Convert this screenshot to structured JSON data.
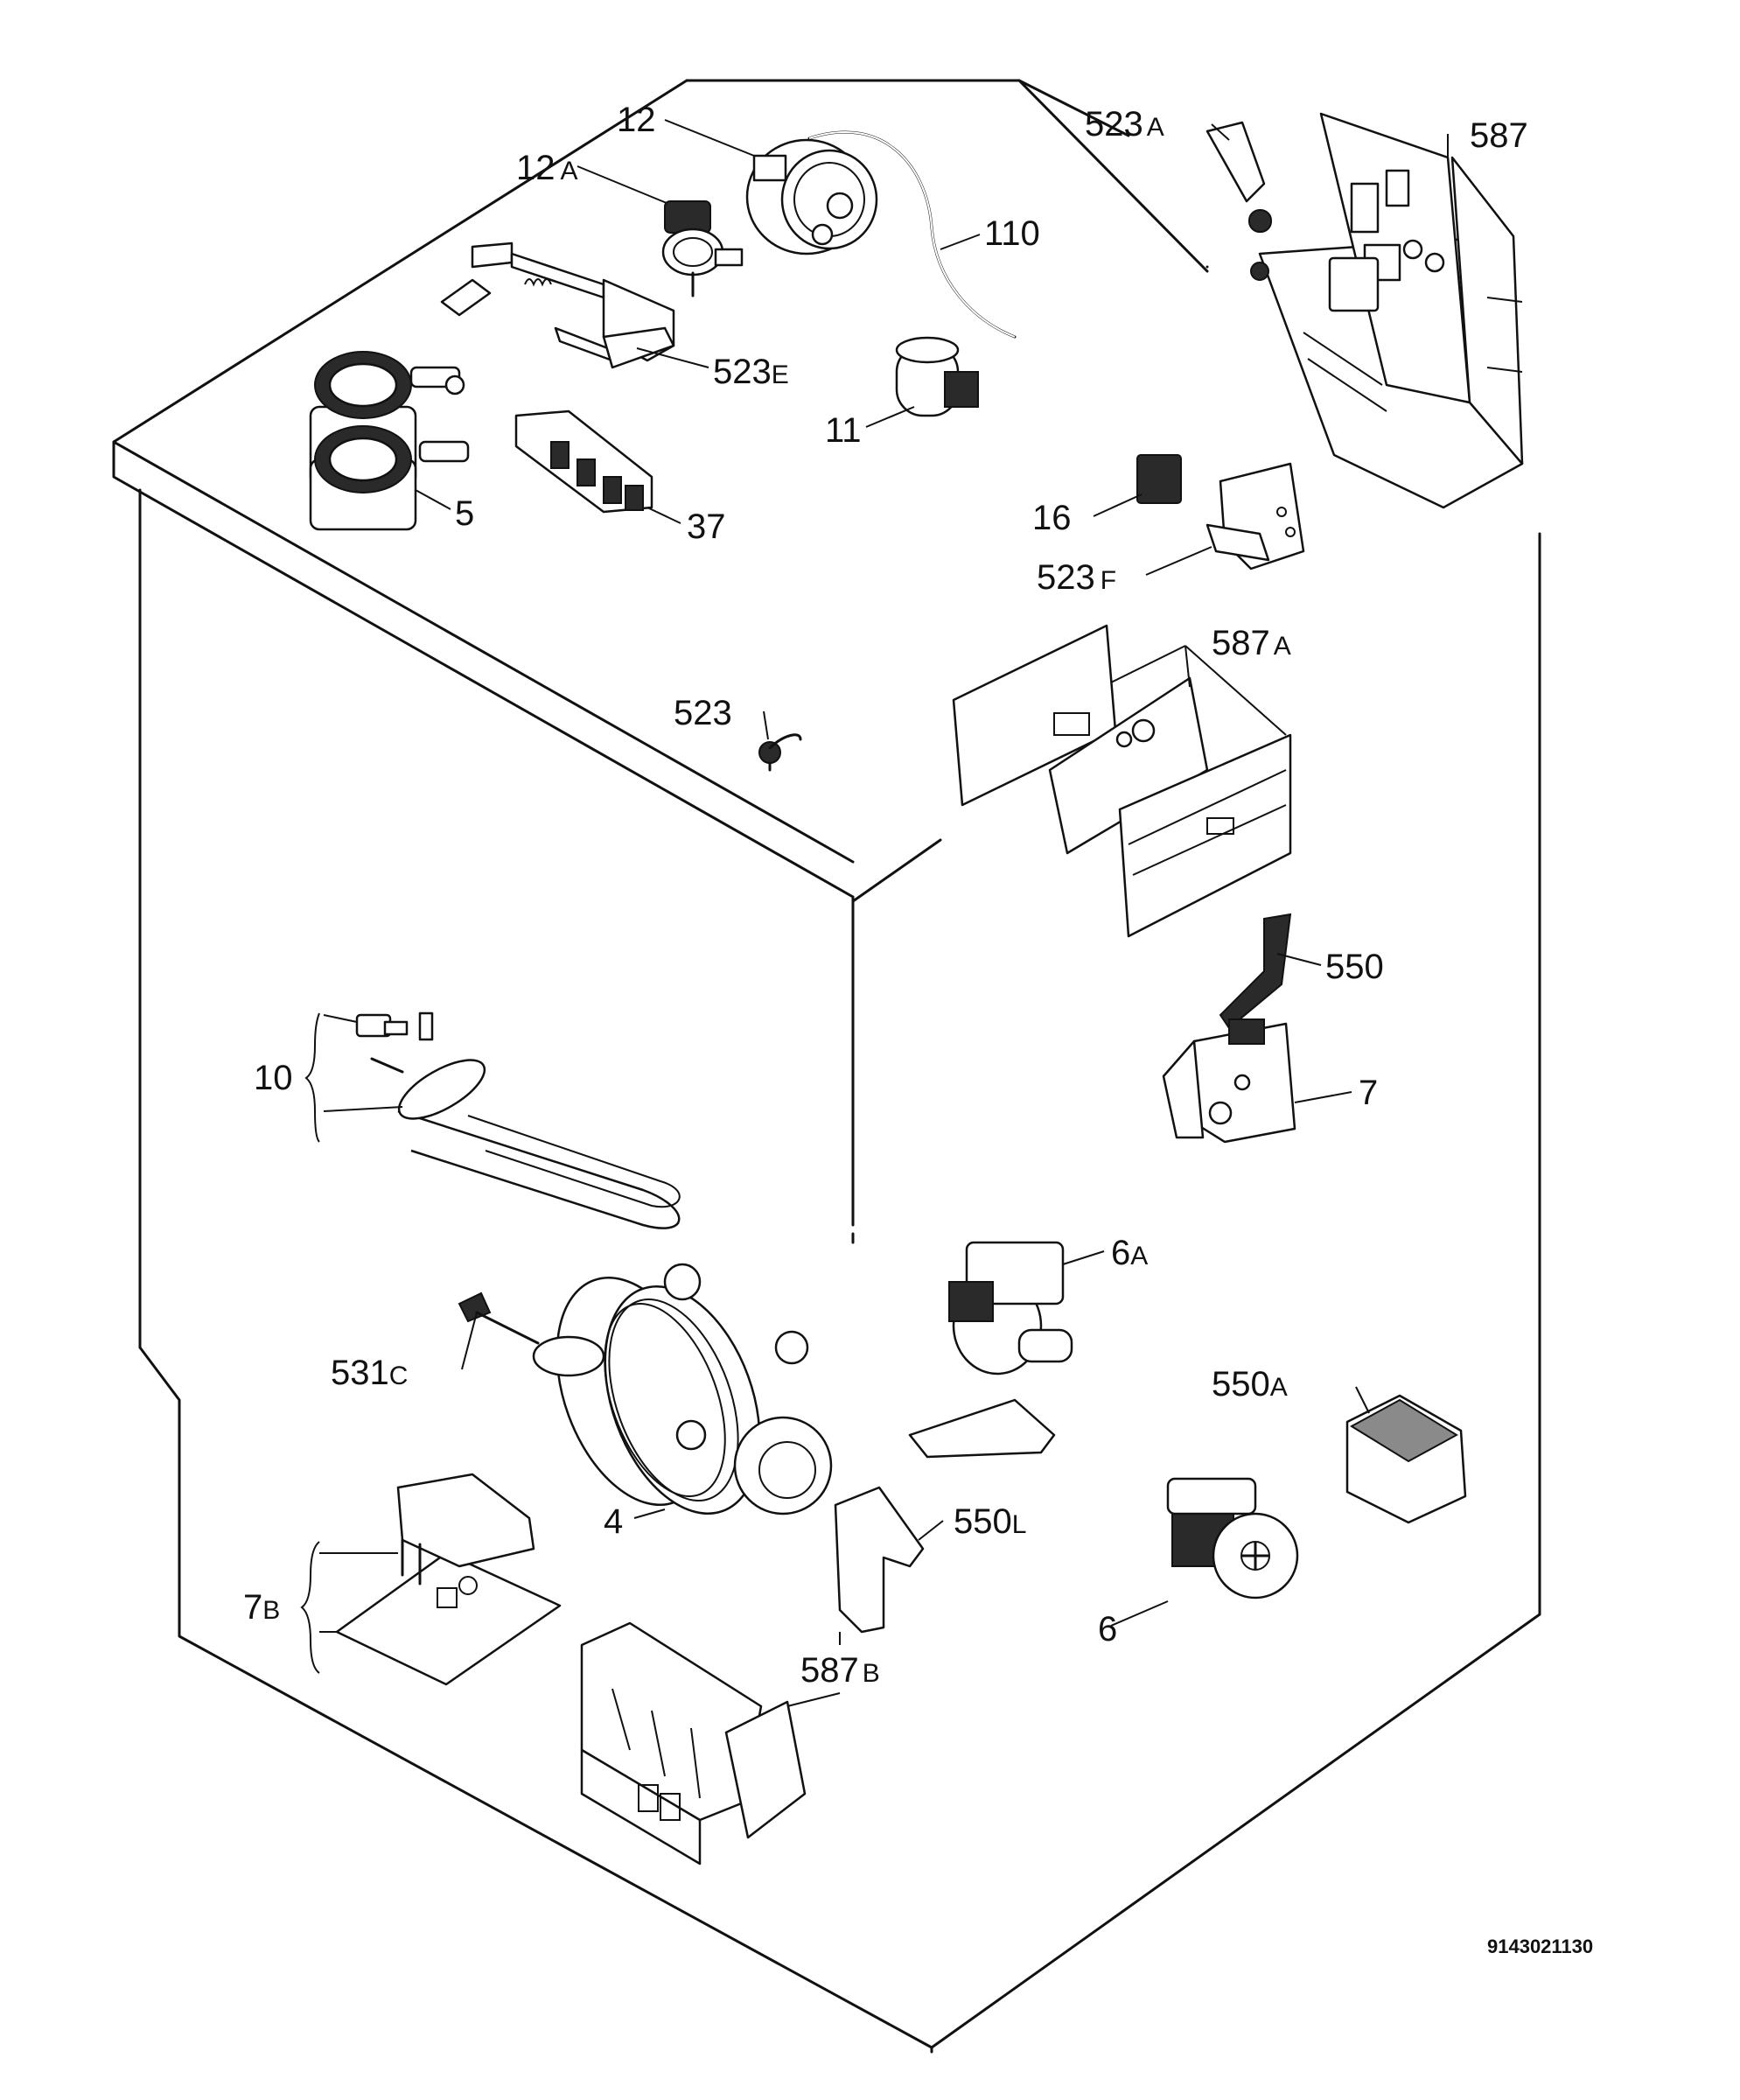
{
  "doc_ref": "9143021130",
  "labels": {
    "l12": {
      "num": "12",
      "sfx": ""
    },
    "l12a": {
      "num": "12",
      "sfx": "A"
    },
    "l110": {
      "num": "110",
      "sfx": ""
    },
    "l523e": {
      "num": "523",
      "sfx": "E"
    },
    "l11": {
      "num": "11",
      "sfx": ""
    },
    "l5": {
      "num": "5",
      "sfx": ""
    },
    "l37": {
      "num": "37",
      "sfx": ""
    },
    "l523a": {
      "num": "523",
      "sfx": "A"
    },
    "l587": {
      "num": "587",
      "sfx": ""
    },
    "l16": {
      "num": "16",
      "sfx": ""
    },
    "l523f": {
      "num": "523",
      "sfx": "F"
    },
    "l523": {
      "num": "523",
      "sfx": ""
    },
    "l587a": {
      "num": "587",
      "sfx": "A"
    },
    "l550": {
      "num": "550",
      "sfx": ""
    },
    "l7": {
      "num": "7",
      "sfx": ""
    },
    "l10": {
      "num": "10",
      "sfx": ""
    },
    "l6a": {
      "num": "6",
      "sfx": "A"
    },
    "l531c": {
      "num": "531",
      "sfx": "C"
    },
    "l550a": {
      "num": "550",
      "sfx": "A"
    },
    "l4": {
      "num": "4",
      "sfx": ""
    },
    "l550l": {
      "num": "550",
      "sfx": "L"
    },
    "l7b": {
      "num": "7",
      "sfx": "B"
    },
    "l6": {
      "num": "6",
      "sfx": ""
    },
    "l587b": {
      "num": "587",
      "sfx": "B"
    }
  }
}
